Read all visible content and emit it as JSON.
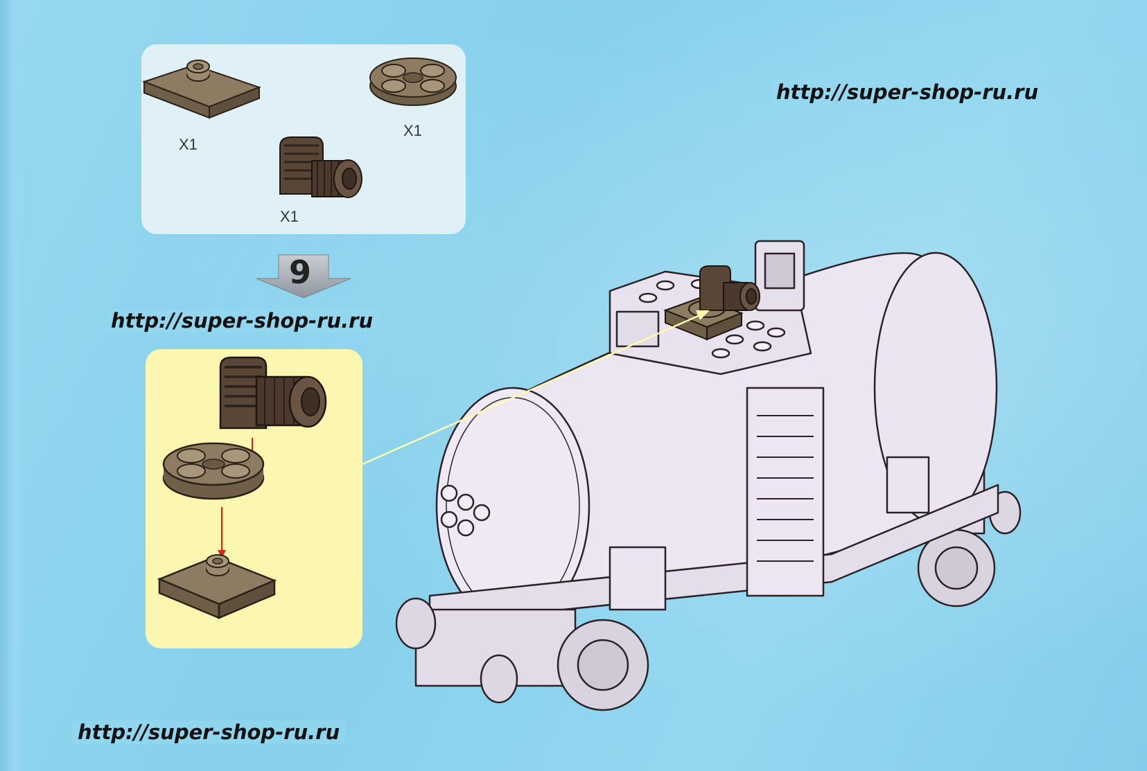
{
  "watermark": {
    "top_right": "http://super-shop-ru.ru",
    "middle_left": "http://super-shop-ru.ru",
    "bottom_left": "http://super-shop-ru.ru"
  },
  "parts_list": {
    "items": [
      {
        "part": "tile-plate-2x2-with-pin-icon",
        "quantity": "X1"
      },
      {
        "part": "round-plate-2x2-icon",
        "quantity": "X1"
      },
      {
        "part": "hose-reel-drum-icon",
        "quantity": "X1"
      }
    ]
  },
  "step": {
    "number": "9"
  },
  "colors": {
    "background": "#8fd6ee",
    "parts_panel": "#dff1f6",
    "build_panel": "#fbf7b0",
    "brick_tan": "#8c7a60",
    "brick_dark_brown": "#5a4636",
    "assembly_arrow": "#e21b1b",
    "pointer_line": "#fffbb0"
  }
}
